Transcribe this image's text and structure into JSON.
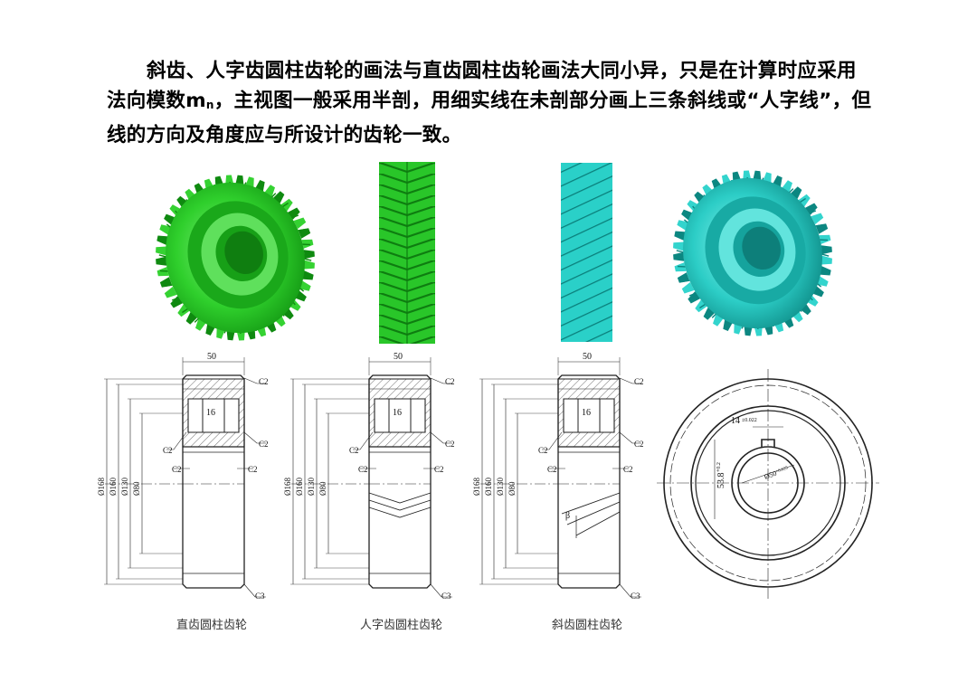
{
  "intro": {
    "text_a": "斜齿、人字齿圆柱齿轮的画法与直齿圆柱齿轮画法大同小异，只是在计算时应采用法向模数m",
    "text_sub": "n",
    "text_b": "，主视图一般采用半剖，用细实线在未剖部分画上三条斜线或“人字线”，但线的方向及角度应与所设计的齿轮一致。"
  },
  "colors": {
    "green_gear": "#22c021",
    "cyan_gear": "#1fc2bc"
  },
  "icons": [
    "herringbone-gear-3d",
    "herringbone-gear-face",
    "helical-gear-face",
    "helical-gear-3d"
  ],
  "drawings": {
    "width_dim": "50",
    "slot_dim": "16",
    "d168": "Ø168",
    "d160": "Ø160",
    "d130": "Ø130",
    "d80": "Ø80",
    "c2": "C2",
    "c3": "C3",
    "beta": "β",
    "key_width": "14",
    "key_width_tol": "±0.022",
    "key_depth": "53.8",
    "key_depth_tol": "+0.2",
    "bore": "Ø50",
    "bore_tol": "+0.025"
  },
  "captions": {
    "spur": "直齿圆柱齿轮",
    "herringbone": "人字齿圆柱齿轮",
    "helical": "斜齿圆柱齿轮"
  }
}
